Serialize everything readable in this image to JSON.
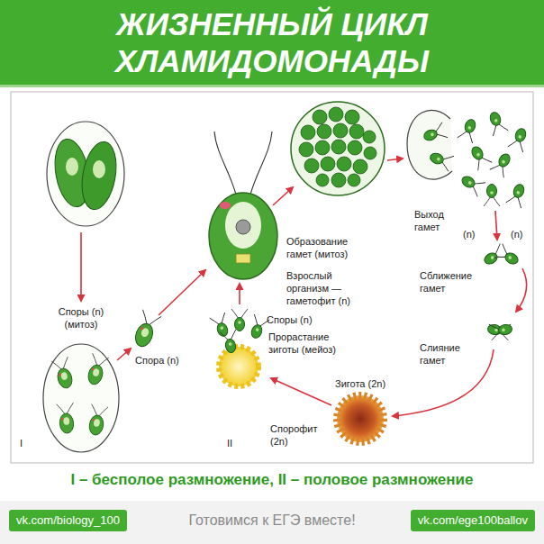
{
  "diagram": {
    "title": "ЖИЗНЕННЫЙ ЦИКЛ ХЛАМИДОМОНАДЫ",
    "caption": "I – бесполое размножение, II – половое размножение",
    "labels": [
      "Образование гамет (митоз)",
      "Выход гамет",
      "(n)",
      "(n)",
      "Сближение гамет",
      "Взрослый организм — гаметофит (n)",
      "Споры (n) (митоз)",
      "Споры (n)",
      "Прорастание зиготы (мейоз)",
      "Спора (n)",
      "Слияние гамет",
      "Зигота (2n)",
      "Спорофит (2n)",
      "I",
      "II",
      "vk.com/biology_100",
      "Готовимся к ЕГЭ вместе!",
      "vk.com/ege100ballov"
    ]
  }
}
